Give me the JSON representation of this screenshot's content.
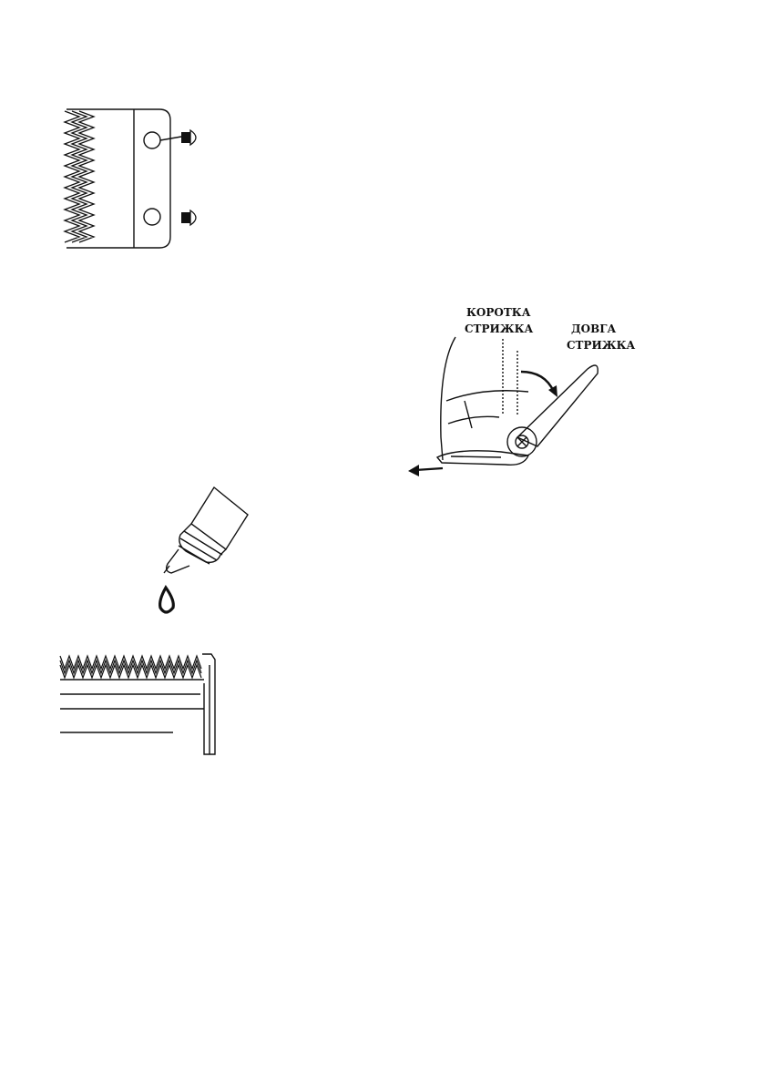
{
  "colors": {
    "ink": "#111111",
    "paper": "#ffffff"
  },
  "icons": {
    "blade": "blade-with-screws-icon",
    "lever": "clipper-lever-icon",
    "oil": "oil-bottle-icon",
    "teeth": "blade-teeth-icon"
  },
  "lever_figure": {
    "short_label_line1": "КОРОТКА",
    "short_label_line2": "СТРИЖКА",
    "long_label_line1": "ДОВГА",
    "long_label_line2": "СТРИЖКА"
  }
}
